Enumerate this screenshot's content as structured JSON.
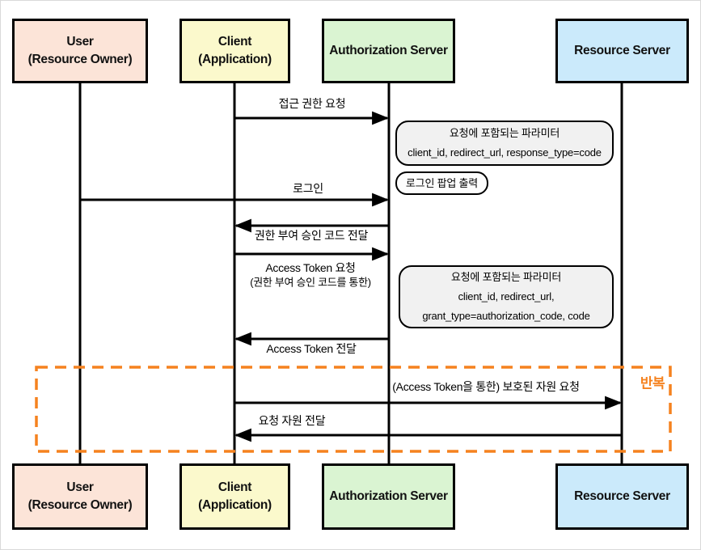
{
  "actors": [
    {
      "id": "user",
      "line1": "User",
      "line2": "(Resource Owner)"
    },
    {
      "id": "client",
      "line1": "Client",
      "line2": "(Application)"
    },
    {
      "id": "auth",
      "line1": "Authorization Server",
      "line2": ""
    },
    {
      "id": "resource",
      "line1": "Resource Server",
      "line2": ""
    }
  ],
  "messages": [
    {
      "label": "접근 권한 요청",
      "from": "client",
      "to": "auth"
    },
    {
      "label": "로그인",
      "from": "user",
      "to": "auth"
    },
    {
      "label": "권한 부여 승인 코드 전달",
      "from": "auth",
      "to": "client"
    },
    {
      "label": "Access Token 요청",
      "sublabel": "(권한 부여 승인 코드를 통한)",
      "from": "client",
      "to": "auth"
    },
    {
      "label": "Access Token 전달",
      "from": "auth",
      "to": "client"
    },
    {
      "label": "(Access Token을 통한) 보호된 자원 요청",
      "from": "client",
      "to": "resource"
    },
    {
      "label": "요청 자원 전달",
      "from": "resource",
      "to": "client"
    }
  ],
  "notes": [
    {
      "title": "요청에 포함되는 파라미터",
      "line1": "client_id, redirect_url, response_type=code"
    },
    {
      "label": "로그인 팝업 출력"
    },
    {
      "title": "요청에 포함되는 파라미터",
      "line1": "client_id, redirect_url,",
      "line2": "grant_type=authorization_code, code"
    }
  ],
  "repeat": {
    "label": "반복"
  },
  "colors": {
    "user_box": "#fce4d8",
    "client_box": "#fbf9cc",
    "auth_box": "#daf4d2",
    "resource_box": "#cbeafb",
    "note_bg": "#f1f1f1",
    "popup_bg": "#fdfdfd",
    "repeat_accent": "#f5821f",
    "line": "#000000"
  }
}
